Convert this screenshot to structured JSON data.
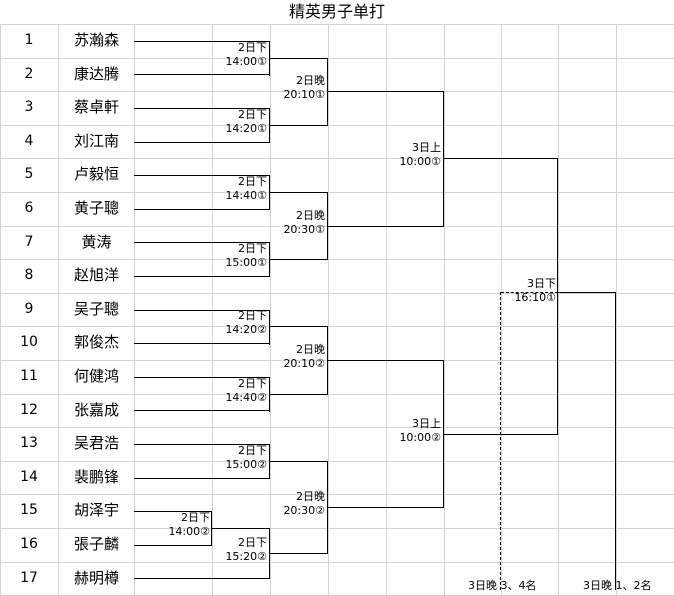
{
  "title": "精英男子单打",
  "players": [
    {
      "num": "1",
      "name": "苏瀚森"
    },
    {
      "num": "2",
      "name": "康达腾"
    },
    {
      "num": "3",
      "name": "蔡卓軒"
    },
    {
      "num": "4",
      "name": "刘江南"
    },
    {
      "num": "5",
      "name": "卢毅恒"
    },
    {
      "num": "6",
      "name": "黄子聰"
    },
    {
      "num": "7",
      "name": "黄涛"
    },
    {
      "num": "8",
      "name": "赵旭洋"
    },
    {
      "num": "9",
      "name": "吴子聰"
    },
    {
      "num": "10",
      "name": "郭俊杰"
    },
    {
      "num": "11",
      "name": "何健鸿"
    },
    {
      "num": "12",
      "name": "张嘉成"
    },
    {
      "num": "13",
      "name": "吴君浩"
    },
    {
      "num": "14",
      "name": "裴鹏锋"
    },
    {
      "num": "15",
      "name": "胡泽宇"
    },
    {
      "num": "16",
      "name": "張子麟"
    },
    {
      "num": "17",
      "name": "赫明樽"
    }
  ],
  "matches": {
    "m0": {
      "day": "2日下",
      "time": "14:00②"
    },
    "m1": {
      "day": "2日下",
      "time": "14:00①"
    },
    "m2": {
      "day": "2日下",
      "time": "14:20①"
    },
    "m3": {
      "day": "2日下",
      "time": "14:40①"
    },
    "m4": {
      "day": "2日下",
      "time": "15:00①"
    },
    "m5": {
      "day": "2日下",
      "time": "14:20②"
    },
    "m6": {
      "day": "2日下",
      "time": "14:40②"
    },
    "m7": {
      "day": "2日下",
      "time": "15:00②"
    },
    "m8": {
      "day": "2日下",
      "time": "15:20②"
    },
    "m9": {
      "day": "2日晚",
      "time": "20:10①"
    },
    "m10": {
      "day": "2日晚",
      "time": "20:30①"
    },
    "m11": {
      "day": "2日晚",
      "time": "20:10②"
    },
    "m12": {
      "day": "2日晚",
      "time": "20:30②"
    },
    "m13": {
      "day": "3日上",
      "time": "10:00①"
    },
    "m14": {
      "day": "3日上",
      "time": "10:00②"
    },
    "m15": {
      "day": "3日下",
      "time": "16:10①"
    }
  },
  "footer": {
    "third_place": "3日晚 3、4名",
    "final": "3日晚 1、2名"
  }
}
